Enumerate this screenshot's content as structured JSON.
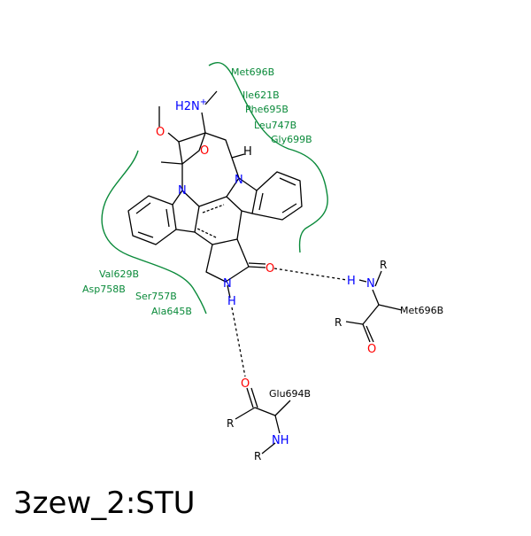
{
  "colors": {
    "bond": "#000000",
    "nitrogen": "#0000ff",
    "oxygen": "#ff0000",
    "residue_label": "#0a8a3a",
    "contact_line": "#0a8a3a"
  },
  "atoms": {
    "nh2_plus": "H2N+",
    "methoxy_o": "O",
    "ring_o": "O",
    "ring_h": "H",
    "n_indole_left": "N",
    "n_indole_right": "N",
    "carbonyl_o": "O",
    "lactam_n": "N",
    "lactam_h": "H"
  },
  "hydrophobic_residues": [
    "Met696B",
    "Ile621B",
    "Phe695B",
    "Leu747B",
    "Gly699B",
    "Val629B",
    "Asp758B",
    "Ser757B",
    "Ala645B"
  ],
  "met696": {
    "label": "Met696B",
    "h": "H",
    "n": "N",
    "r_n": "R",
    "r_c": "R",
    "o": "O"
  },
  "glu694": {
    "label": "Glu694B",
    "o": "O",
    "r_c": "R",
    "nh": "NH",
    "r_n": "R"
  },
  "caption": "3zew_2:STU"
}
